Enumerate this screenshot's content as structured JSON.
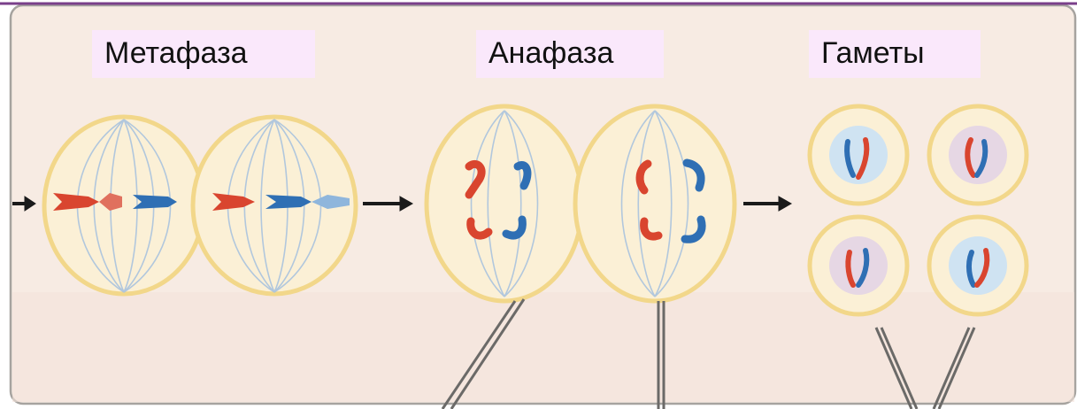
{
  "labels": {
    "metaphase": "Метафаза",
    "anaphase": "Анафаза",
    "gametes": "Гаметы"
  },
  "colors": {
    "background": "#f7ebe3",
    "panel_border": "#a6a39f",
    "top_rule": "#7a3f8a",
    "cell_fill": "#fbf0d6",
    "cell_border": "#f2d78a",
    "spindle": "#a9c3de",
    "chromosome_red": "#d9452f",
    "chromosome_blue": "#2f6fb4",
    "arrow": "#1a1a1a",
    "label_box": "#fae8fb"
  },
  "icons": [
    "metaphase-cell-icon",
    "anaphase-cell-icon",
    "gamete-cell-icon",
    "arrow-right-icon"
  ]
}
